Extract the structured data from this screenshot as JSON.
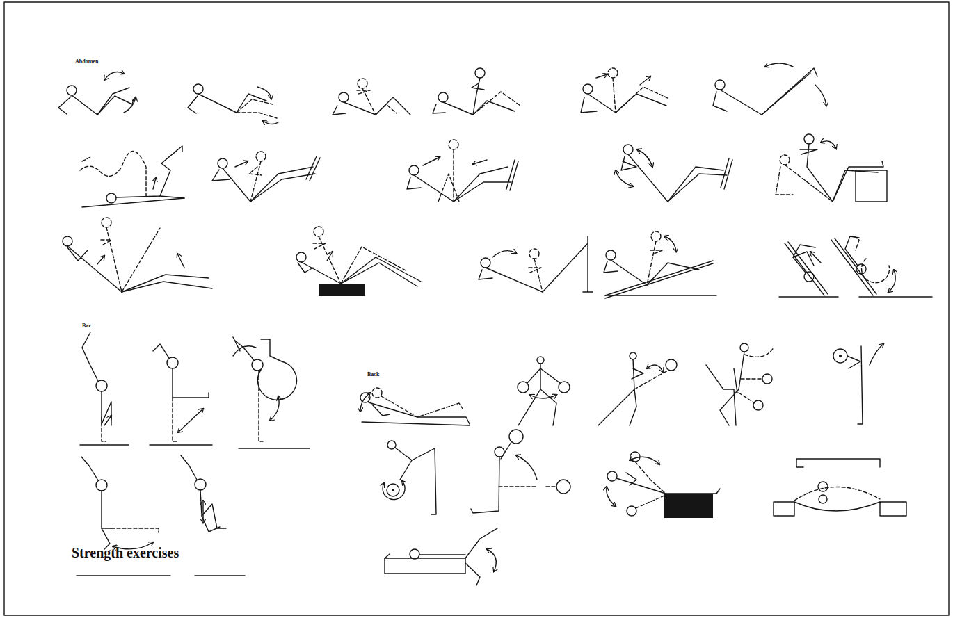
{
  "diagram": {
    "caption": "Strength exercises",
    "labels": [
      "Abdomen",
      "Bar",
      "Back"
    ]
  }
}
